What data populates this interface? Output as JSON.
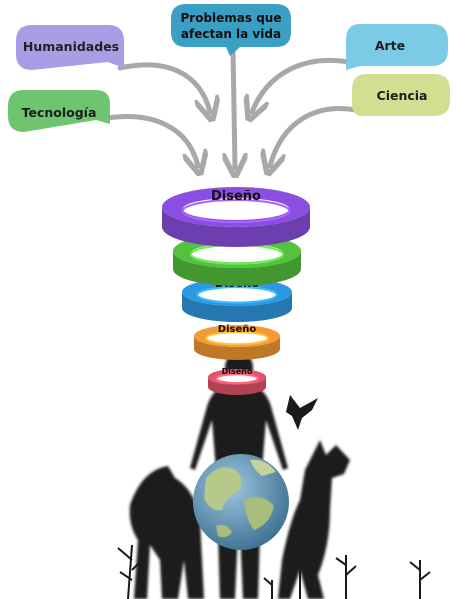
{
  "sources": [
    {
      "key": "humanidades",
      "label": "Humanidades",
      "color": "#ab9ce6"
    },
    {
      "key": "tecnologia",
      "label": "Tecnología",
      "color": "#6fc46f"
    },
    {
      "key": "problemas",
      "label_line1": "Problemas que",
      "label_line2": "afectan la vida",
      "color": "#3a9fc2"
    },
    {
      "key": "arte",
      "label": "Arte",
      "color": "#7ccbe6"
    },
    {
      "key": "ciencia",
      "label": "Ciencia",
      "color": "#d2de90"
    }
  ],
  "funnel": {
    "rings": [
      {
        "label": "Diseño",
        "color": "#8a4fe0"
      },
      {
        "label": "Diseño",
        "color": "#55c13e"
      },
      {
        "label": "Diseño",
        "color": "#2f98e2"
      },
      {
        "label": "Diseño",
        "color": "#f49a32"
      },
      {
        "label": "Diseño",
        "color": "#e4536a"
      }
    ]
  },
  "icons": [
    "person-silhouette-icon",
    "dog-icon",
    "globe-icon",
    "bird-icon",
    "plant-icon"
  ]
}
